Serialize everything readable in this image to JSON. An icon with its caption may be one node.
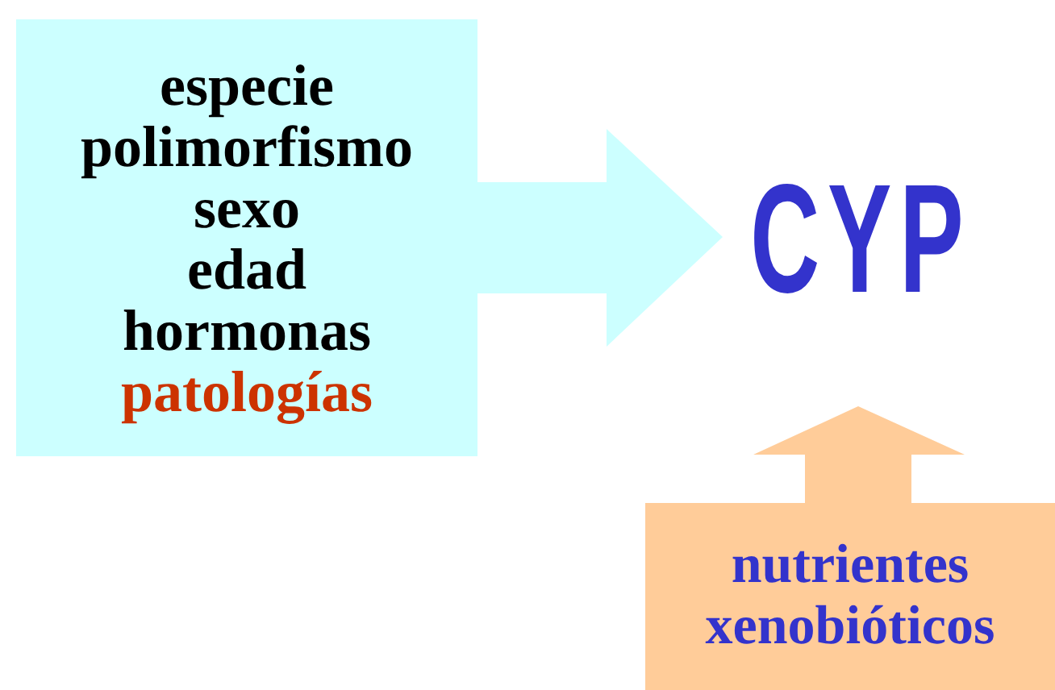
{
  "diagram": {
    "nodes": [
      {
        "text": [
          "especie",
          "polimorfismo",
          "sexo",
          "edad",
          "hormonas",
          "patologías"
        ]
      },
      {
        "text": [
          "CYP"
        ]
      },
      {
        "text": [
          "nutrientes",
          "xenobióticos"
        ]
      }
    ],
    "edges": [
      {
        "from": 0,
        "to": 1,
        "arrow": "to"
      },
      {
        "from": 2,
        "to": 1,
        "arrow": "to"
      }
    ]
  }
}
